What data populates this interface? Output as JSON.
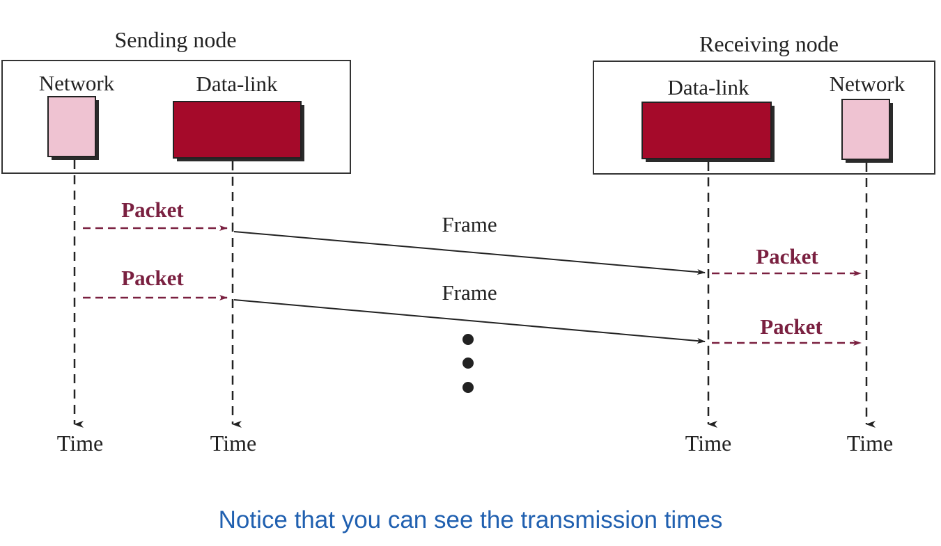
{
  "sending_node": {
    "title": "Sending node",
    "network_label": "Network",
    "datalink_label": "Data-link"
  },
  "receiving_node": {
    "title": "Receiving node",
    "datalink_label": "Data-link",
    "network_label": "Network"
  },
  "timelines": {
    "time_label": "Time"
  },
  "transmissions": [
    {
      "sent_packet": "Packet",
      "frame": "Frame",
      "received_packet": "Packet"
    },
    {
      "sent_packet": "Packet",
      "frame": "Frame",
      "received_packet": "Packet"
    }
  ],
  "caption": "Notice that you can see the transmission times",
  "colors": {
    "datalink_fill": "#a50a2a",
    "network_fill": "#efc3d2",
    "packet_color": "#7a2040",
    "caption_color": "#2060b0"
  }
}
